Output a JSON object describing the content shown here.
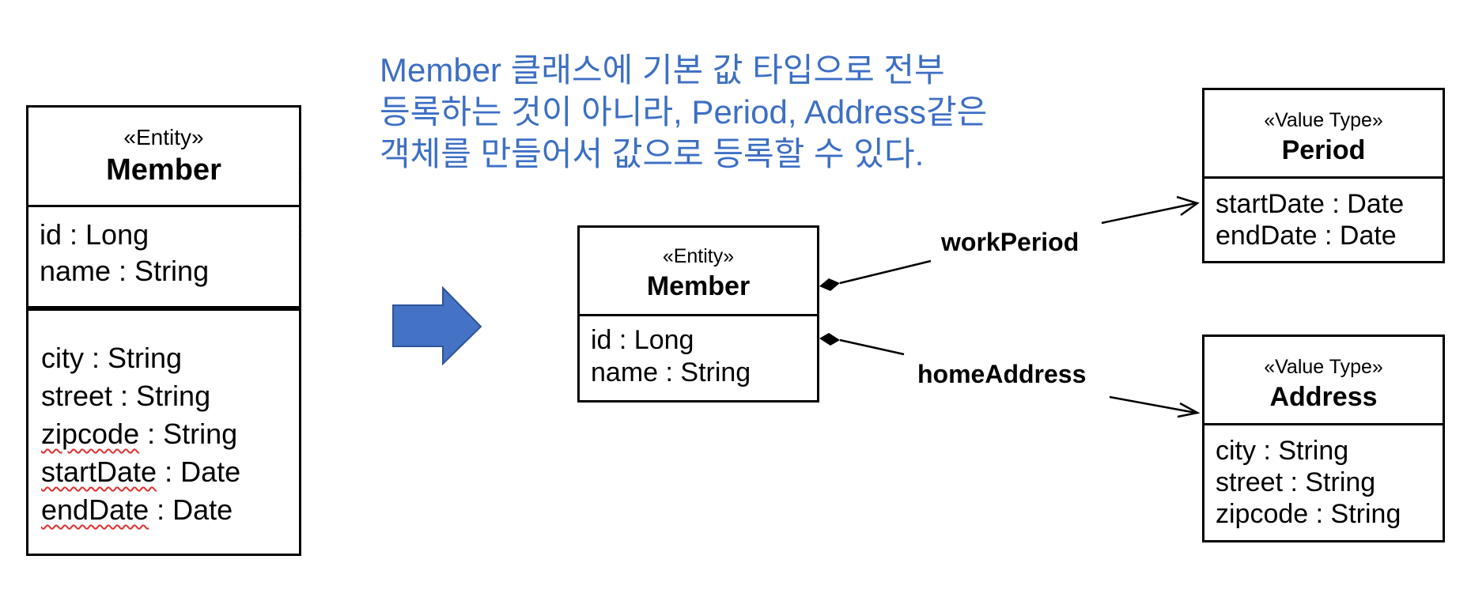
{
  "note": {
    "lines": [
      "Member 클래스에 기본 값 타입으로 전부",
      "등록하는 것이 아니라, Period, Address같은",
      "객체를 만들어서 값으로 등록할 수 있다."
    ],
    "color": "#3d6fc4"
  },
  "left_entity": {
    "stereotype": "«Entity»",
    "name": "Member",
    "attributes": [
      "id : Long",
      "name : String"
    ],
    "embedded_attributes": [
      {
        "field": "city",
        "type": " : String"
      },
      {
        "field": "street",
        "type": " : String"
      },
      {
        "field": "zipcode",
        "type": " : String"
      },
      {
        "field": "startDate",
        "type": " : Date"
      },
      {
        "field": "endDate",
        "type": " : Date"
      }
    ]
  },
  "arrow": {
    "color": "#4472c4"
  },
  "member_entity": {
    "stereotype": "«Entity»",
    "name": "Member",
    "attributes": [
      "id : Long",
      "name : String"
    ]
  },
  "period": {
    "stereotype": "«Value Type»",
    "name": "Period",
    "attributes": [
      "startDate : Date",
      "endDate : Date"
    ]
  },
  "address": {
    "stereotype": "«Value Type»",
    "name": "Address",
    "attributes": [
      "city : String",
      "street : String",
      "zipcode : String"
    ]
  },
  "associations": {
    "work_period": "workPeriod",
    "home_address": "homeAddress"
  }
}
